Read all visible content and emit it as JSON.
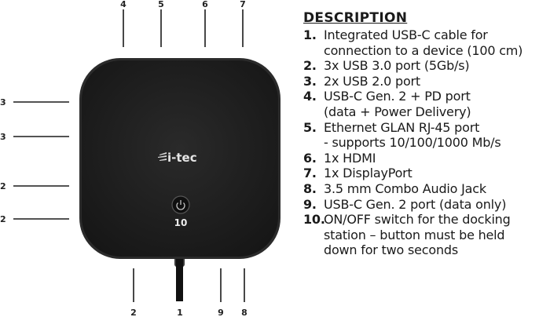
{
  "brand": {
    "logo_text": "i-tec"
  },
  "device": {
    "power_label": "10"
  },
  "callouts": {
    "top": [
      "4",
      "5",
      "6",
      "7"
    ],
    "left": [
      "3",
      "3",
      "2",
      "2"
    ],
    "bottom": [
      "2",
      "1",
      "9",
      "8"
    ]
  },
  "description": {
    "heading": "DESCRIPTION",
    "items": [
      {
        "num": "1.",
        "text": "Integrated USB-C cable for\nconnection to a device (100 cm)"
      },
      {
        "num": "2.",
        "text": "3x USB 3.0 port (5Gb/s)"
      },
      {
        "num": "3.",
        "text": "2x USB 2.0 port"
      },
      {
        "num": "4.",
        "text": "USB-C Gen. 2 + PD port\n(data + Power Delivery)"
      },
      {
        "num": "5.",
        "text": "Ethernet GLAN RJ-45 port\n- supports 10/100/1000 Mb/s"
      },
      {
        "num": "6.",
        "text": "1x HDMI"
      },
      {
        "num": "7.",
        "text": "1x DisplayPort"
      },
      {
        "num": "8.",
        "text": "3.5 mm Combo Audio Jack"
      },
      {
        "num": "9.",
        "text": "USB-C Gen. 2 port (data only)"
      },
      {
        "num": "10.",
        "text": "ON/OFF switch for the docking\nstation – button must be held\ndown for two seconds"
      }
    ]
  },
  "colors": {
    "device_body": "#1c1c1c",
    "device_edge": "#2e2e2e",
    "leader_line": "#1a1a1a"
  }
}
